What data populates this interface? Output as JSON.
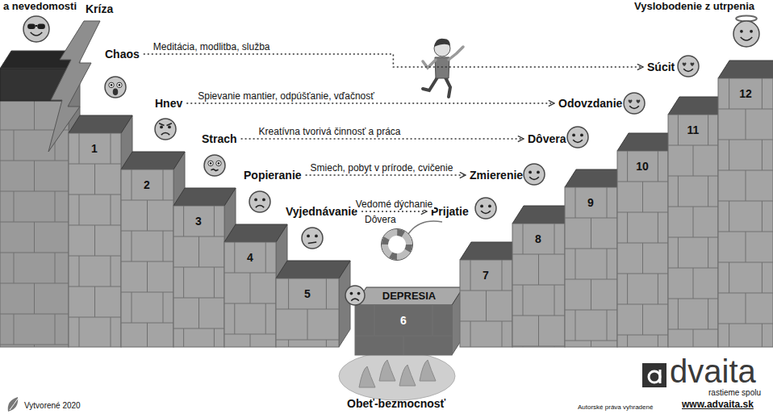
{
  "diagram": {
    "nodes": [
      {
        "text": [
          "Chaos"
        ]
      },
      {
        "text": [
          "Hnev"
        ]
      },
      {
        "text": [
          "Strach"
        ]
      },
      {
        "text": [
          "Popieranie"
        ]
      },
      {
        "text": [
          "Vyjednávanie"
        ]
      },
      {
        "text": [
          "Prijatie"
        ]
      },
      {
        "text": [
          "Zmierenie"
        ]
      },
      {
        "text": [
          "Dôvera"
        ]
      },
      {
        "text": [
          "Odovzdanie"
        ]
      },
      {
        "text": [
          "Súcit"
        ]
      }
    ],
    "edges": [
      {
        "from": 0,
        "to": 9,
        "label": "Meditácia, modlitba, služba",
        "arrow": "to"
      },
      {
        "from": 1,
        "to": 8,
        "label": "Spievanie mantier, odpúšťanie, vďačnosť",
        "arrow": "to"
      },
      {
        "from": 2,
        "to": 7,
        "label": "Kreatívna tvorivá činnosť a práca",
        "arrow": "to"
      },
      {
        "from": 3,
        "to": 6,
        "label": "Smiech, pobyt v prírode, cvičenie",
        "arrow": "to"
      },
      {
        "from": 4,
        "to": 5,
        "label": "Vedomé dýchanie",
        "arrow": "to"
      }
    ],
    "labels": [
      "a nevedomosti",
      "Kríza",
      "Vyslobodenie z utrpenia",
      "1",
      "2",
      "3",
      "4",
      "5",
      "DEPRESIA",
      "6",
      "7",
      "8",
      "9",
      "10",
      "11",
      "12",
      "Dôvera",
      "Obeť-bezmocnosť",
      "Vytvorené 2020",
      "Autorské práva vyhradené",
      "dvaita",
      "rastieme spolu",
      "www.advaita.sk"
    ]
  }
}
